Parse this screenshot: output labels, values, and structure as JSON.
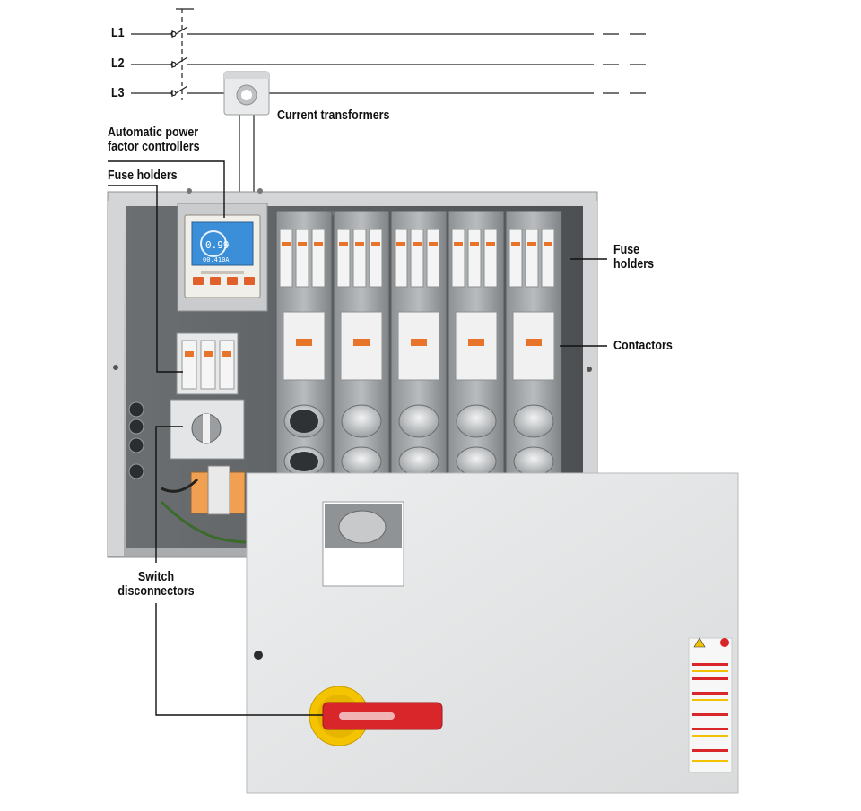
{
  "line_labels": [
    "L1",
    "L2",
    "L3"
  ],
  "callouts": {
    "current_transformers": "Current transformers",
    "power_factor_controllers": "Automatic power\nfactor controllers",
    "fuse_holders_left": "Fuse holders",
    "fuse_holders_right": "Fuse\nholders",
    "contactors": "Contactors",
    "switch_disconnectors": "Switch\ndisconnectors"
  },
  "controller_display": {
    "main_value": "0.99",
    "sub_value": "00.410A"
  },
  "colors": {
    "cabinet_frame": "#bfc2c4",
    "cabinet_back": "#5e6264",
    "door": "#e4e6e7",
    "handle_red": "#d8262a",
    "handle_yellow": "#f4c400",
    "contactor_orange": "#e8742c",
    "display_blue": "#3b8fd8",
    "warning_yellow": "#f2c200"
  }
}
